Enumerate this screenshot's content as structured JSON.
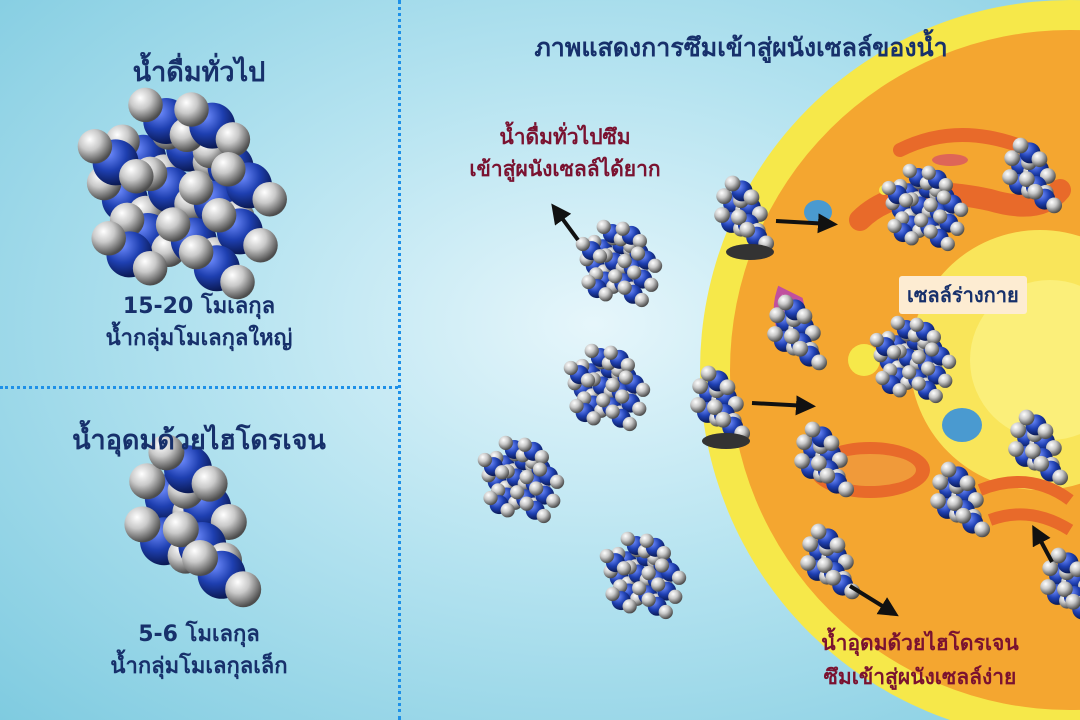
{
  "left": {
    "top_title": "น้ำดื่มทั่วไป",
    "top_count": "15-20 โมเลกุล",
    "top_desc": "น้ำกลุ่มโมเลกุลใหญ่",
    "bottom_title": "น้ำอุดมด้วยไฮโดรเจน",
    "bottom_count": "5-6 โมเลกุล",
    "bottom_desc": "น้ำกลุ่มโมเลกุลเล็ก"
  },
  "main": {
    "title": "ภาพแสดงการซึมเข้าสู่ผนังเซลล์ของน้ำ",
    "normal_label_line1": "น้ำดื่มทั่วไปซึม",
    "normal_label_line2": "เข้าสู่ผนังเซลล์ได้ยาก",
    "cell_label": "เซลล์ร่างกาย",
    "hydrogen_label_line1": "น้ำอุดมด้วยไฮโดรเจน",
    "hydrogen_label_line2": "ซึมเข้าสู่ผนังเซลล์ง่าย"
  },
  "colors": {
    "navy_text": "#17306b",
    "maroon_text": "#7a1230",
    "divider": "#1e90e8",
    "cell_membrane": "#f6e84a",
    "cell_body": "#f4a630",
    "nucleus": "#f9e55a",
    "molecule_oxygen": "#1e3fb0",
    "molecule_hydrogen": "#d9d9d9"
  }
}
